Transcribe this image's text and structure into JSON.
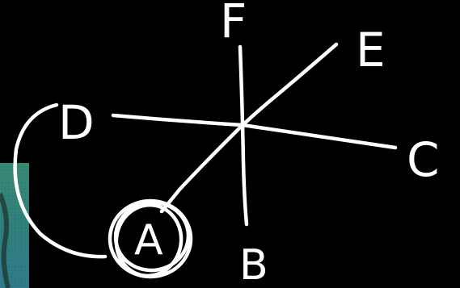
{
  "diagram": {
    "labels": {
      "a": "A",
      "b": "B",
      "c": "C",
      "d": "D",
      "e": "E",
      "f": "F"
    }
  },
  "colors": {
    "background": "#000000",
    "ink": "#ffffff",
    "thumbnail_fill": "#2f7f73"
  }
}
